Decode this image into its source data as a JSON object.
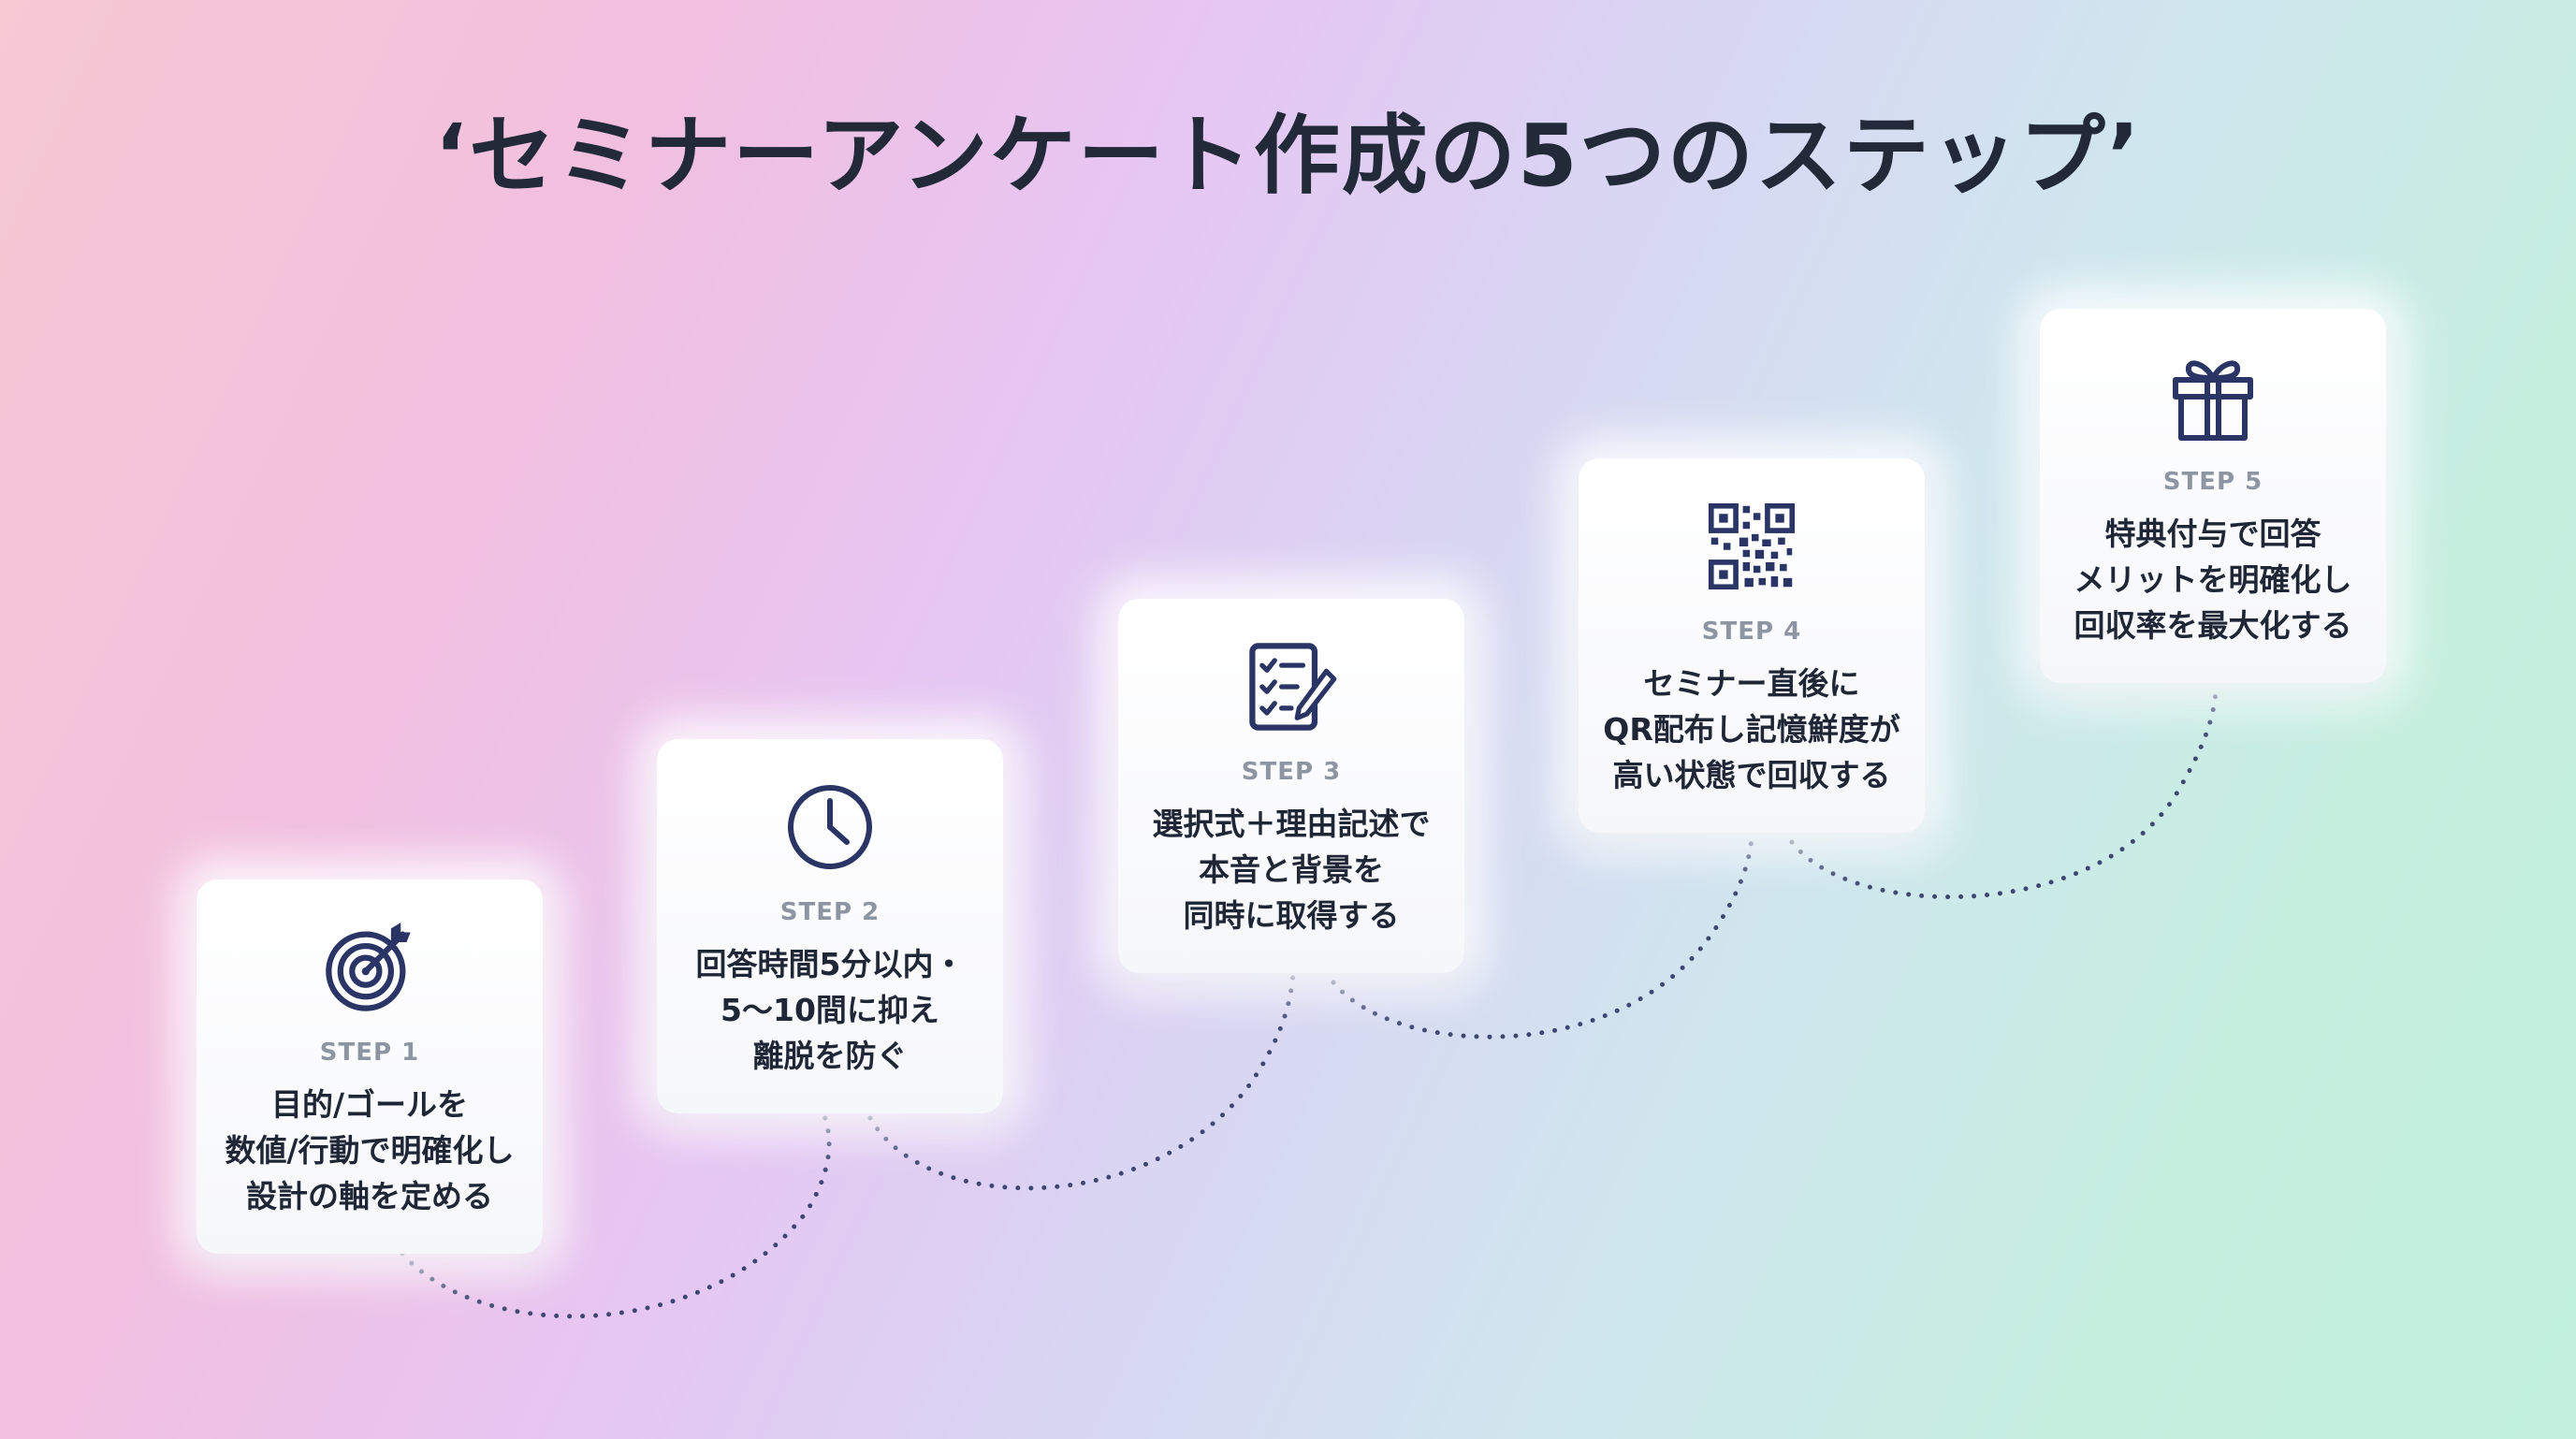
{
  "title": "‘セミナーアンケート作成の5つのステップ’",
  "colors": {
    "navy": "#2a3566",
    "dots": "#3c4670"
  },
  "steps": [
    {
      "icon": "target-icon",
      "label": "STEP 1",
      "lines": [
        "目的/ゴールを",
        "数値/行動で明確化し",
        "設計の軸を定める"
      ]
    },
    {
      "icon": "clock-icon",
      "label": "STEP 2",
      "lines": [
        "回答時間5分以内・",
        "5〜10間に抑え",
        "離脱を防ぐ"
      ]
    },
    {
      "icon": "checklist-icon",
      "label": "STEP 3",
      "lines": [
        "選択式＋理由記述で",
        "本音と背景を",
        "同時に取得する"
      ]
    },
    {
      "icon": "qr-code-icon",
      "label": "STEP 4",
      "lines": [
        "セミナー直後に",
        "QR配布し記憶鮮度が",
        "高い状態で回収する"
      ]
    },
    {
      "icon": "gift-icon",
      "label": "STEP 5",
      "lines": [
        "特典付与で回答",
        "メリットを明確化し",
        "回収率を最大化する"
      ]
    }
  ]
}
